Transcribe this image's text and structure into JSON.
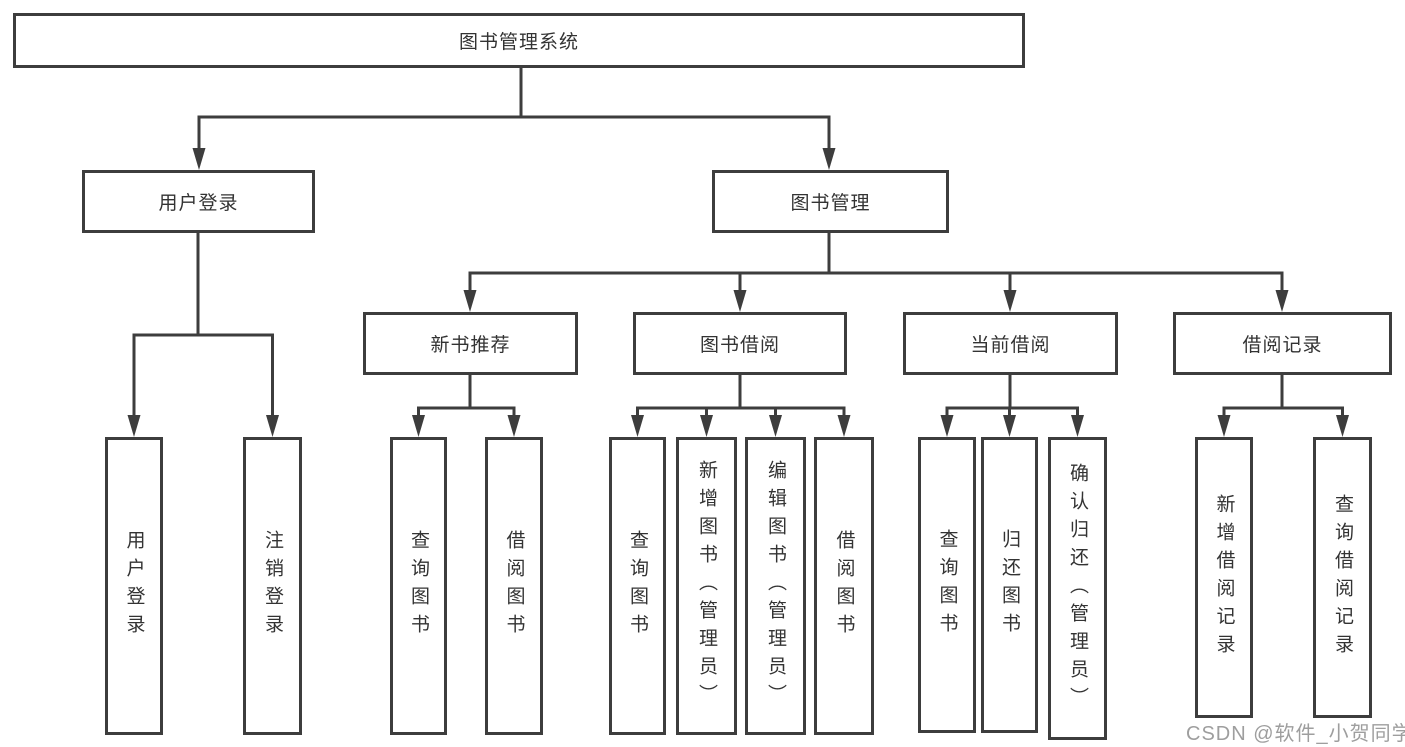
{
  "tree": {
    "label": "图书管理系统",
    "children": [
      {
        "label": "用户登录",
        "children": [
          {
            "label": "用户登录"
          },
          {
            "label": "注销登录"
          }
        ]
      },
      {
        "label": "图书管理",
        "children": [
          {
            "label": "新书推荐",
            "children": [
              {
                "label": "查询图书"
              },
              {
                "label": "借阅图书"
              }
            ]
          },
          {
            "label": "图书借阅",
            "children": [
              {
                "label": "查询图书"
              },
              {
                "label": "新增图书（管理员）"
              },
              {
                "label": "编辑图书（管理员）"
              },
              {
                "label": "借阅图书"
              }
            ]
          },
          {
            "label": "当前借阅",
            "children": [
              {
                "label": "查询图书"
              },
              {
                "label": "归还图书"
              },
              {
                "label": "确认归还（管理员）"
              }
            ]
          },
          {
            "label": "借阅记录",
            "children": [
              {
                "label": "新增借阅记录"
              },
              {
                "label": "查询借阅记录"
              }
            ]
          }
        ]
      }
    ]
  },
  "watermark": "CSDN @软件_小贺同学",
  "colors": {
    "line": "#3d3d3d",
    "text": "#333333",
    "background": "#ffffff",
    "watermark": "#9e9e9e"
  }
}
